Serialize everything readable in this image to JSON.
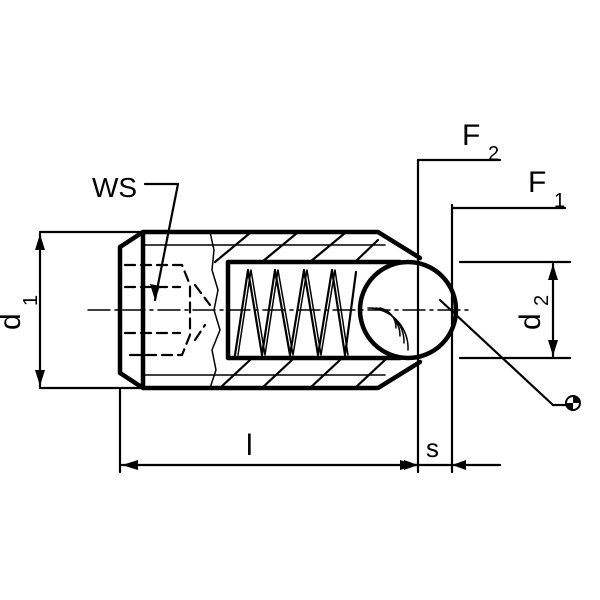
{
  "labels": {
    "ws": "WS",
    "d1": "d",
    "d1_sub": "1",
    "d2": "d",
    "d2_sub": "2",
    "f1": "F",
    "f1_sub": "1",
    "f2": "F",
    "f2_sub": "2",
    "l": "l",
    "s": "s"
  },
  "colors": {
    "line": "#000000",
    "background": "#ffffff"
  }
}
